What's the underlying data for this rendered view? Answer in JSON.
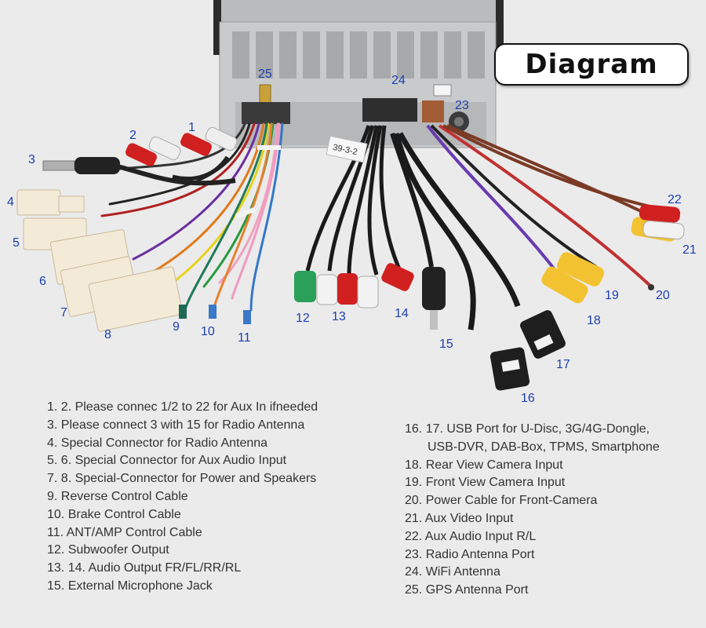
{
  "title": "Diagram",
  "labels": {
    "n1": "1",
    "n2": "2",
    "n3": "3",
    "n4": "4",
    "n5": "5",
    "n6": "6",
    "n7": "7",
    "n8": "8",
    "n9": "9",
    "n10": "10",
    "n11": "11",
    "n12": "12",
    "n13": "13",
    "n14": "14",
    "n15": "15",
    "n16": "16",
    "n17": "17",
    "n18": "18",
    "n19": "19",
    "n20": "20",
    "n21": "21",
    "n22": "22",
    "n23": "23",
    "n24": "24",
    "n25": "25"
  },
  "cable_tags": {
    "tag1": "39-3-2"
  },
  "legend_left": [
    "1. 2. Please connec 1/2 to 22 for Aux In ifneeded",
    "3. Please connect 3 with 15 for Radio Antenna",
    "4. Special Connector for Radio Antenna",
    "5. 6. Special Connector for Aux Audio Input",
    "7. 8. Special-Connector for Power and Speakers",
    "9. Reverse Control Cable",
    "10. Brake Control Cable",
    "11. ANT/AMP Control Cable",
    "12. Subwoofer Output",
    "13. 14. Audio Output FR/FL/RR/RL",
    "15. External Microphone Jack"
  ],
  "legend_right": [
    "16. 17. USB Port for U-Disc, 3G/4G-Dongle,",
    "USB-DVR, DAB-Box, TPMS, Smartphone",
    "18. Rear View Camera Input",
    "19. Front View Camera Input",
    "20. Power Cable for Front-Camera",
    "21. Aux Video Input",
    "22. Aux Audio Input R/L",
    "23. Radio Antenna Port",
    "24. WiFi Antenna",
    "25. GPS Antenna Port"
  ]
}
